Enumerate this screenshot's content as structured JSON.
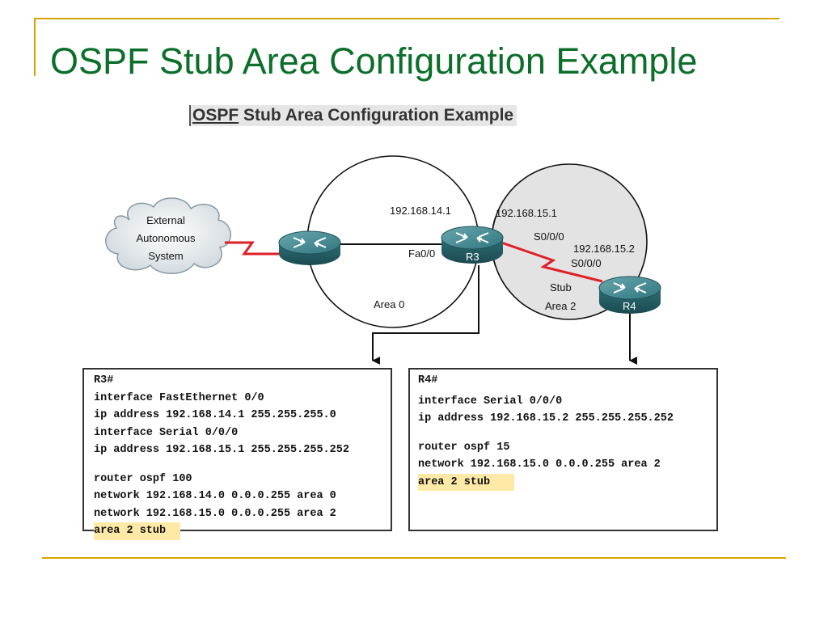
{
  "slide": {
    "title": "OSPF Stub Area Configuration Example",
    "figure_title_first": "OSPF",
    "figure_title_rest": " Stub Area Configuration Example"
  },
  "diagram": {
    "cloud_label": [
      "External",
      "Autonomous",
      "System"
    ],
    "labels": {
      "ip_r3_fa": "192.168.14.1",
      "ip_r3_serial": "192.168.15.1",
      "fa_if": "Fa0/0",
      "r3_serial_if": "S0/0/0",
      "ip_r4_serial": "192.168.15.2",
      "r4_serial_if": "S0/0/0",
      "stub_line1": "Stub",
      "stub_line2": "Area 2",
      "area0": "Area 0",
      "r3": "R3",
      "r4": "R4"
    },
    "colors": {
      "router": "#2d6f78",
      "serial_link": "#e01f26",
      "area2_fill": "#e3e3e3",
      "highlight": "#ffe9a6"
    }
  },
  "config": {
    "r3": {
      "lines": [
        "R3#",
        "interface FastEthernet 0/0",
        "ip address 192.168.14.1 255.255.255.0",
        "interface Serial 0/0/0",
        "ip address 192.168.15.1 255.255.255.252",
        "",
        "router ospf 100",
        "network 192.168.14.0 0.0.0.255 area 0",
        "network 192.168.15.0 0.0.0.255 area 2"
      ],
      "highlight": "area 2 stub"
    },
    "r4": {
      "lines": [
        "R4#",
        "interface Serial 0/0/0",
        "ip address 192.168.15.2 255.255.255.252",
        "",
        "router ospf 15",
        "network 192.168.15.0 0.0.0.255 area 2"
      ],
      "highlight": "area 2 stub"
    }
  }
}
